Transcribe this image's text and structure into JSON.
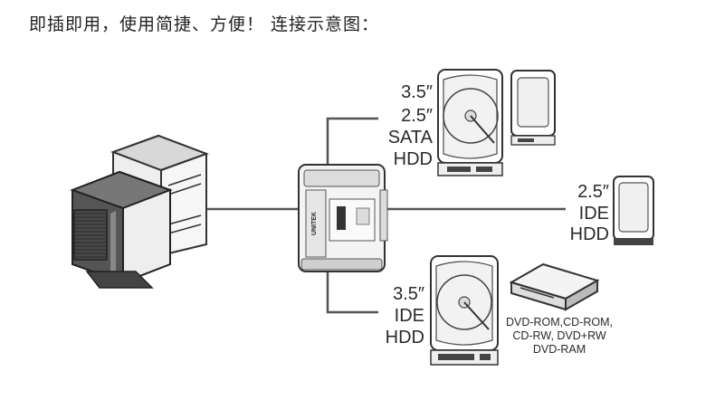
{
  "header": {
    "title": "即插即用，使用简捷、方便！ 连接示意图："
  },
  "dock": {
    "brand": "UNITEK"
  },
  "labels": {
    "sata": [
      "3.5″",
      "2.5″",
      "SATA",
      "HDD"
    ],
    "ide25": [
      "2.5″",
      "IDE",
      "HDD"
    ],
    "ide35": [
      "3.5″",
      "IDE",
      "HDD"
    ],
    "optical": [
      "DVD-ROM,CD-ROM,",
      "CD-RW, DVD+RW",
      "DVD-RAM"
    ]
  }
}
